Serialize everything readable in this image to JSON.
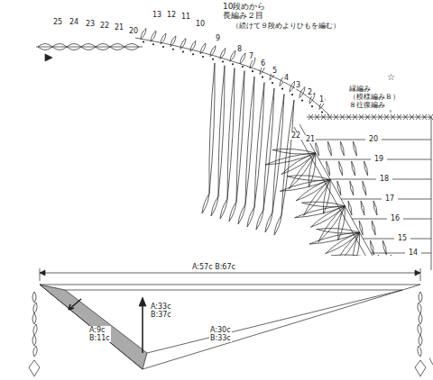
{
  "diagram": {
    "labels": [
      "25",
      "24",
      "23",
      "22",
      "21",
      "20",
      "13",
      "12",
      "11",
      "10段めから 長編み２目",
      "10",
      "（続けて９段めよりひもを編む）",
      "9",
      "8",
      "7",
      "6",
      "5",
      "4",
      "3",
      "2",
      "1",
      "☆",
      "縁編み （模様編みＢ） ８往復編み",
      "22",
      "21",
      "20",
      "19",
      "18",
      "17",
      "16",
      "15",
      "14",
      "A:57c B:67c",
      "A:33c B:37c",
      "A:9c B:11c",
      "A:30c B:33c"
    ]
  }
}
